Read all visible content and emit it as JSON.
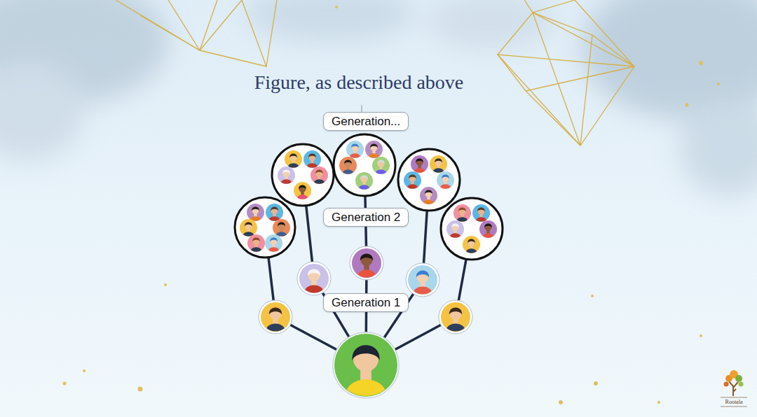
{
  "diagram": {
    "title": "Figure, as described above",
    "nodes": [
      {
        "text": [
          "Generation..."
        ]
      },
      {
        "text": [
          "Generation 2"
        ]
      },
      {
        "text": [
          "Generation 1"
        ]
      }
    ],
    "labels": [
      "Rootala"
    ]
  }
}
